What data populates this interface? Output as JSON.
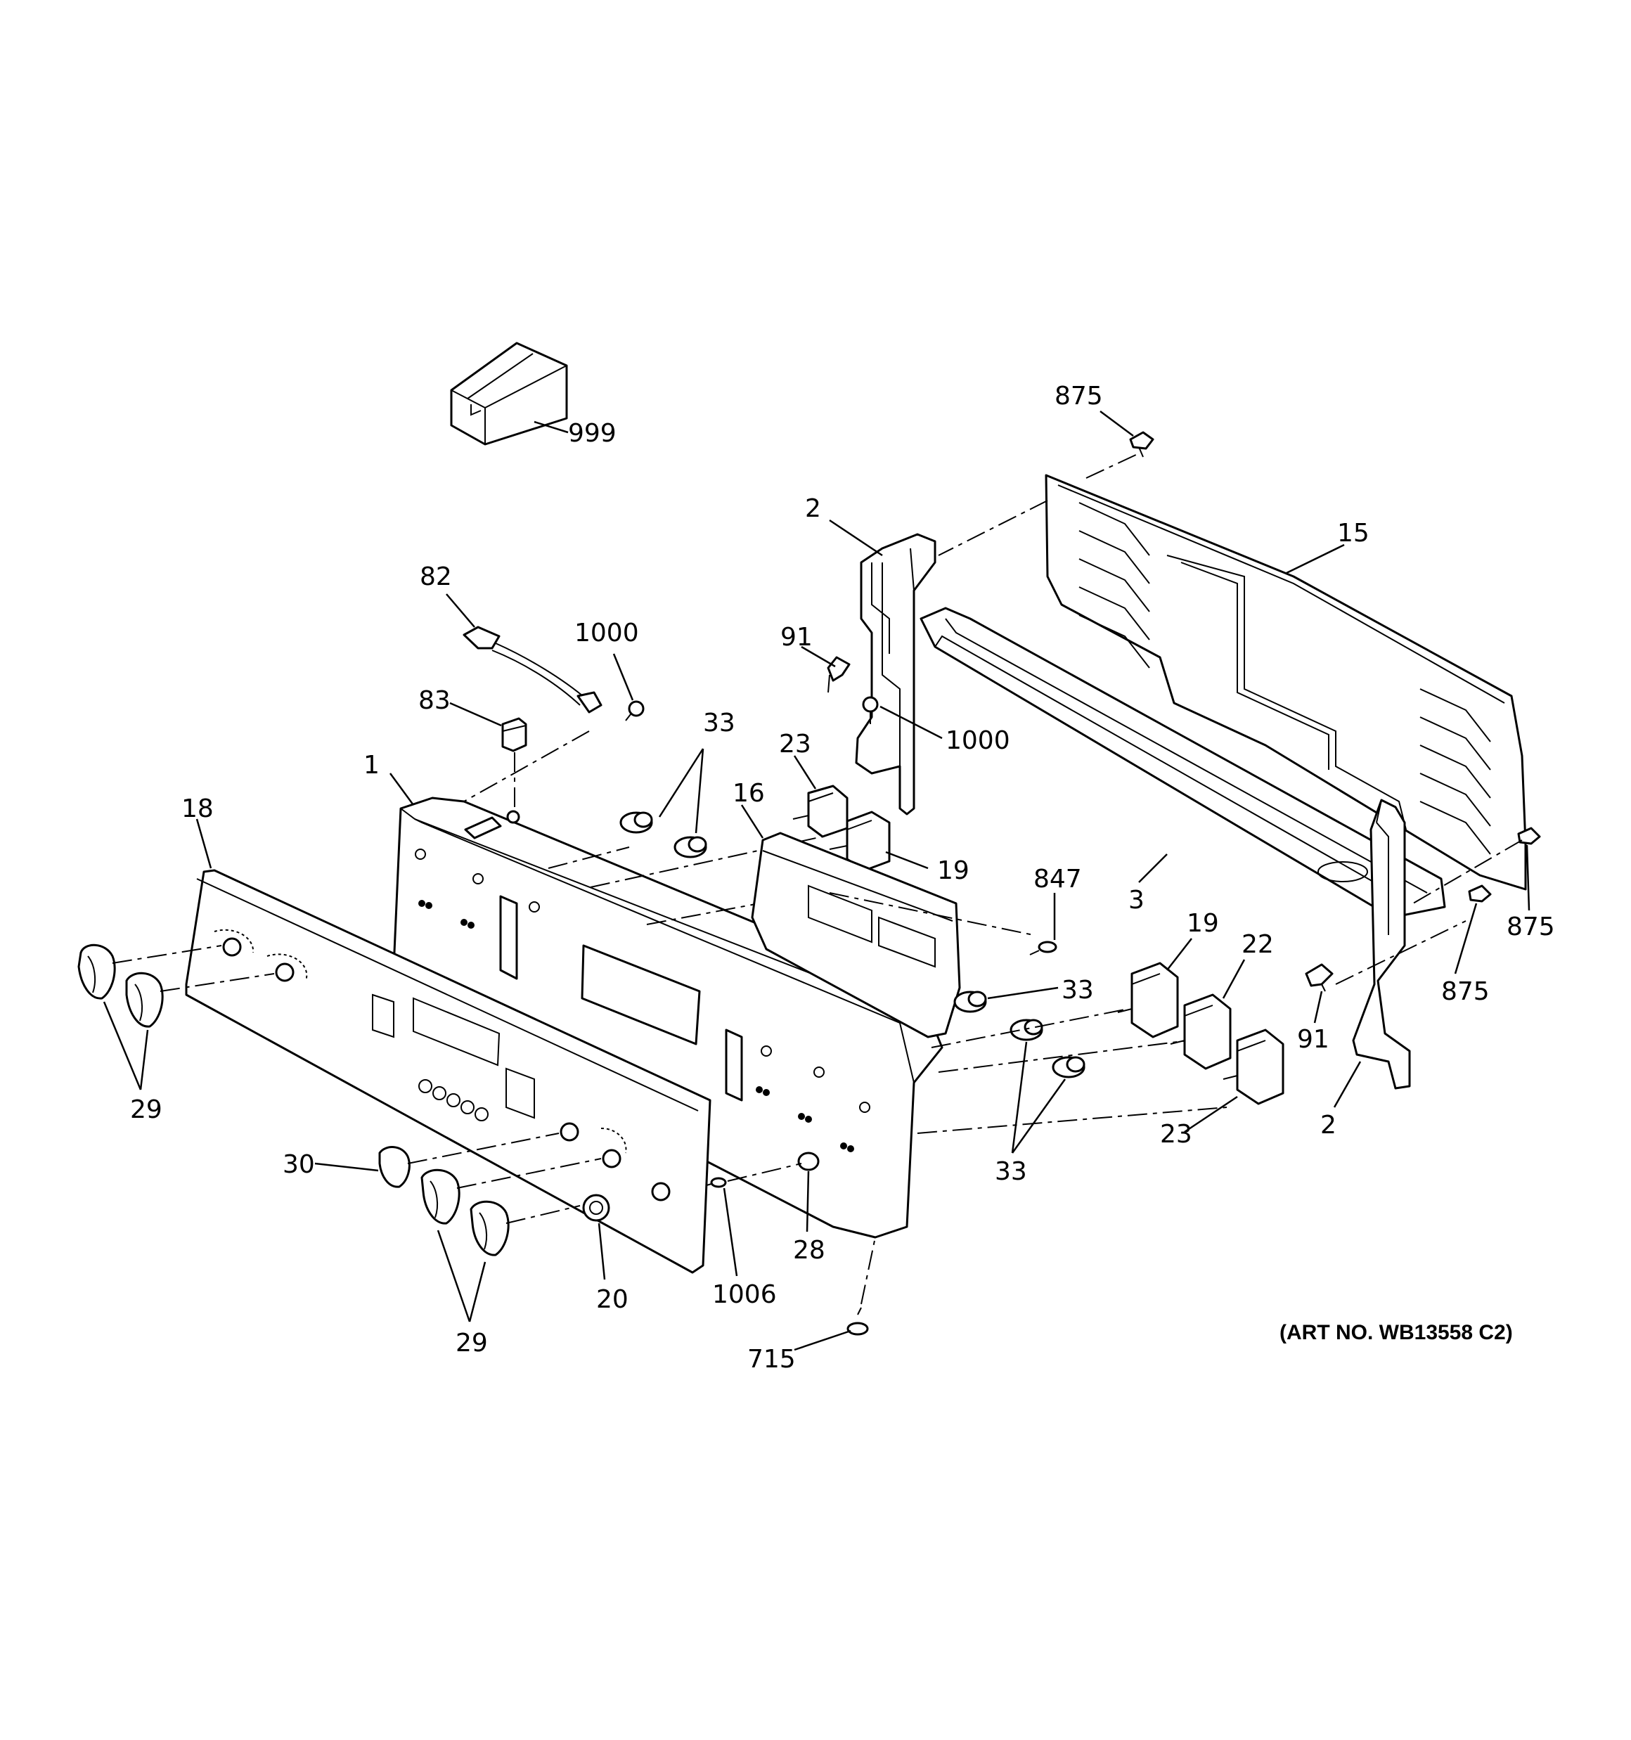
{
  "art_number": "(ART NO. WB13558 C2)",
  "callouts": [
    {
      "id": "c999",
      "label": "999"
    },
    {
      "id": "c875a",
      "label": "875"
    },
    {
      "id": "c15",
      "label": "15"
    },
    {
      "id": "c2a",
      "label": "2"
    },
    {
      "id": "c82",
      "label": "82"
    },
    {
      "id": "c1000a",
      "label": "1000"
    },
    {
      "id": "c91a",
      "label": "91"
    },
    {
      "id": "c1000b",
      "label": "1000"
    },
    {
      "id": "c83",
      "label": "83"
    },
    {
      "id": "c33a",
      "label": "33"
    },
    {
      "id": "c23a",
      "label": "23"
    },
    {
      "id": "c1",
      "label": "1"
    },
    {
      "id": "c16",
      "label": "16"
    },
    {
      "id": "c3",
      "label": "3"
    },
    {
      "id": "c18",
      "label": "18"
    },
    {
      "id": "c19a",
      "label": "19"
    },
    {
      "id": "c847",
      "label": "847"
    },
    {
      "id": "c875b",
      "label": "875"
    },
    {
      "id": "c19b",
      "label": "19"
    },
    {
      "id": "c22",
      "label": "22"
    },
    {
      "id": "c33b",
      "label": "33"
    },
    {
      "id": "c875c",
      "label": "875"
    },
    {
      "id": "c91b",
      "label": "91"
    },
    {
      "id": "c29a",
      "label": "29"
    },
    {
      "id": "c2b",
      "label": "2"
    },
    {
      "id": "c23b",
      "label": "23"
    },
    {
      "id": "c30",
      "label": "30"
    },
    {
      "id": "c33c",
      "label": "33"
    },
    {
      "id": "c28",
      "label": "28"
    },
    {
      "id": "c1006",
      "label": "1006"
    },
    {
      "id": "c20",
      "label": "20"
    },
    {
      "id": "c29b",
      "label": "29"
    },
    {
      "id": "c715",
      "label": "715"
    }
  ]
}
